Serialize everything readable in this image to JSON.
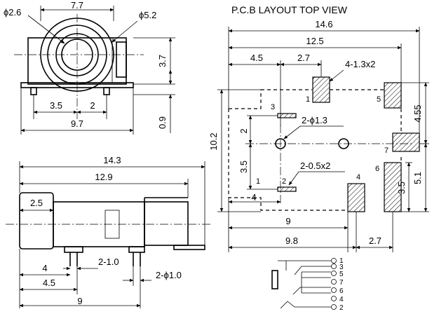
{
  "top_view": {
    "d_2_6": "ϕ2.6",
    "d_7_7": "7.7",
    "d_5_2": "ϕ5.2",
    "d_3_7": "3.7",
    "d_3_5": "3.5",
    "d_2": "2",
    "d_0_9": "0.9",
    "d_9_7": "9.7"
  },
  "side_view": {
    "d_14_3": "14.3",
    "d_12_9": "12.9",
    "d_2_5": "2.5",
    "d_2_1_0": "2-1.0",
    "d_2_phi_1_0": "2-ϕ1.0",
    "d_4": "4",
    "d_4_5": "4.5",
    "d_9": "9"
  },
  "pcb": {
    "title": "P.C.B LAYOUT TOP VIEW",
    "d_14_6": "14.6",
    "d_12_5": "12.5",
    "d_4_5": "4.5",
    "d_2_7_top": "2.7",
    "d_4_1_3x2": "4-1.3x2",
    "d_4_55": "4.55",
    "d_10_2": "10.2",
    "d_2_left": "2",
    "d_2_phi_1_3": "2-ϕ1.3",
    "d_3_5_left": "3.5",
    "d_2_0_5x2": "2-0.5x2",
    "d_3_5_right": "3.5",
    "d_5_1": "5.1",
    "d_4_bottom": "4",
    "d_9": "9",
    "d_9_8": "9.8",
    "d_2_7_bottom": "2.7",
    "pins": {
      "p1": "1",
      "p2": "2",
      "p3": "3",
      "p4": "4",
      "p5": "5",
      "p6": "6",
      "p7": "7"
    }
  },
  "schematic": {
    "labels": [
      "1",
      "3",
      "5",
      "7",
      "6",
      "4",
      "2"
    ]
  }
}
